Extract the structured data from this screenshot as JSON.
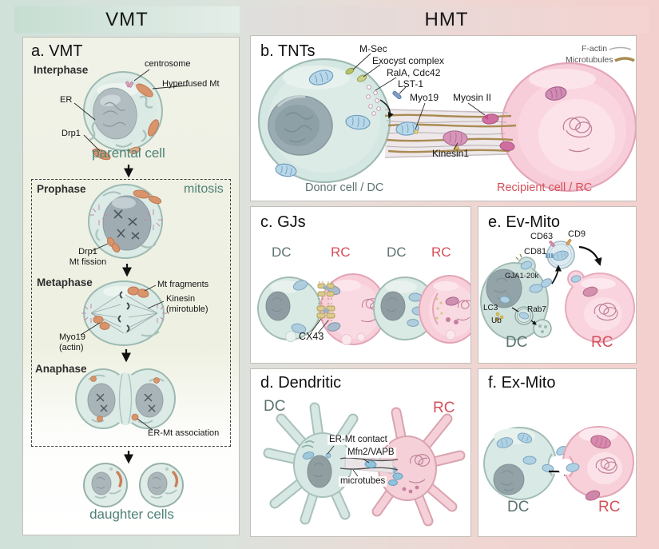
{
  "header": {
    "vmt": "VMT",
    "hmt": "HMT"
  },
  "colors": {
    "vmt_header_bg": "#c6ddd2",
    "hmt_header_left": "#dededc",
    "hmt_header_right": "#f5d3d1",
    "green_caption": "#4e8176",
    "dc_label": "#5d7370",
    "rc_label": "#d5505a",
    "donor_cell_fill": "#d7e8e3",
    "recipient_cell_fill": "#f8ced9",
    "mito_orange": "#d9946c",
    "mito_blue": "#b6d7e8",
    "mito_pink": "#d893ae",
    "microtubule_brown": "#a98b52",
    "gap_junction_yellow": "#dbc98a"
  },
  "panel_a": {
    "title": "a. VMT",
    "interphase": "Interphase",
    "centrosome": "centrosome",
    "hyperfused_mt": "Hyperfused Mt",
    "er": "ER",
    "drp1": "Drp1",
    "parental_cell": "parental cell",
    "prophase": "Prophase",
    "mitosis": "mitosis",
    "drp1_fission_1": "Drp1",
    "drp1_fission_2": "Mt fission",
    "metaphase": "Metaphase",
    "mt_fragments": "Mt fragments",
    "kinesin_1": "Kinesin",
    "kinesin_2": "(mirotuble)",
    "myo19_1": "Myo19",
    "myo19_2": "(actin)",
    "anaphase": "Anaphase",
    "er_mt_association": "ER-Mt association",
    "daughter_cells": "daughter cells"
  },
  "panel_b": {
    "title": "b. TNTs",
    "m_sec": "M-Sec",
    "exocyst_complex": "Exocyst complex",
    "rala_cdc42": "RalA, Cdc42",
    "lst1": "LST-1",
    "myo19": "Myo19",
    "myosin_ii": "Myosin II",
    "kinesin1": "Kinesin1",
    "legend_f_actin": "F-actin",
    "legend_microtubules": "Microtubules",
    "donor": "Donor cell / DC",
    "recipient": "Recipient cell / RC"
  },
  "panel_c": {
    "title": "c. GJs",
    "dc1": "DC",
    "rc1": "RC",
    "dc2": "DC",
    "rc2": "RC",
    "cx43": "CX43"
  },
  "panel_d": {
    "title": "d. Dendritic",
    "dc": "DC",
    "rc": "RC",
    "er_mt_contact": "ER-Mt contact",
    "mfn2_vapb": "Mfn2/VAPB",
    "microtubes": "microtubes"
  },
  "panel_e": {
    "title": "e. Ev-Mito",
    "cd63": "CD63",
    "cd9": "CD9",
    "cd81": "CD81",
    "gja1_20k": "GJA1-20k",
    "lc3": "LC3",
    "ub": "Ub",
    "rab7": "Rab7",
    "dc": "DC",
    "rc": "RC"
  },
  "panel_f": {
    "title": "f. Ex-Mito",
    "dc": "DC",
    "rc": "RC"
  }
}
